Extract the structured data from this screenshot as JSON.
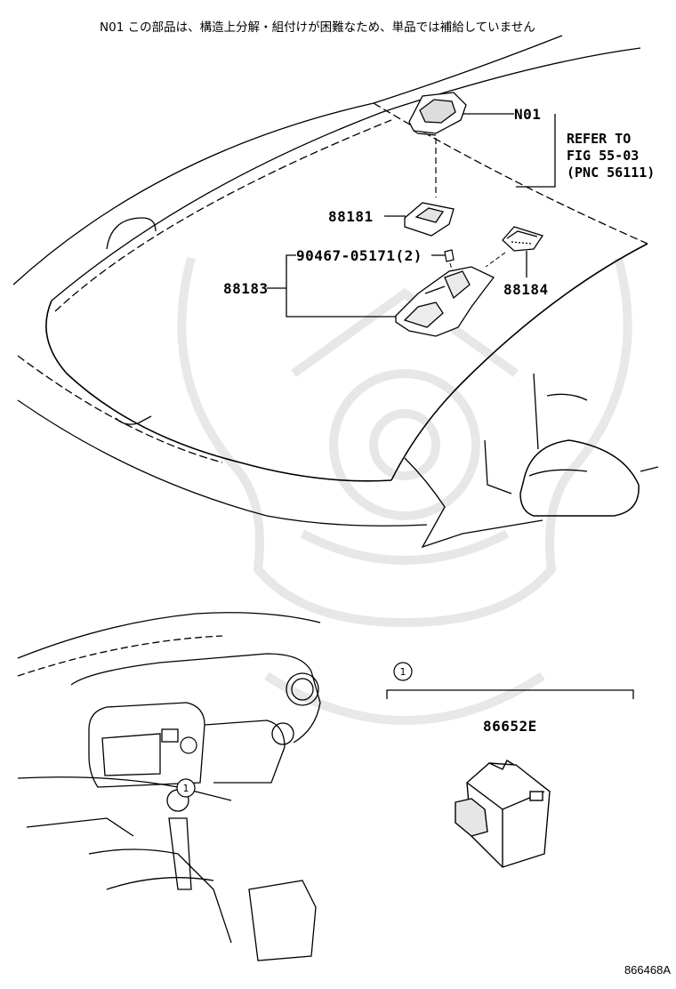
{
  "note": "N01 この部品は、構造上分解・組付けが困難なため、単品では補給していません",
  "reference": {
    "line1": "REFER TO",
    "line2": "FIG 55-03",
    "line3": "(PNC 56111)"
  },
  "parts": {
    "n01": "N01",
    "p88181": "88181",
    "p90467": "90467-05171(2)",
    "p88183": "88183",
    "p88184": "88184",
    "p86652e": "86652E"
  },
  "callout_marker": "1",
  "figure_number": "866468A"
}
